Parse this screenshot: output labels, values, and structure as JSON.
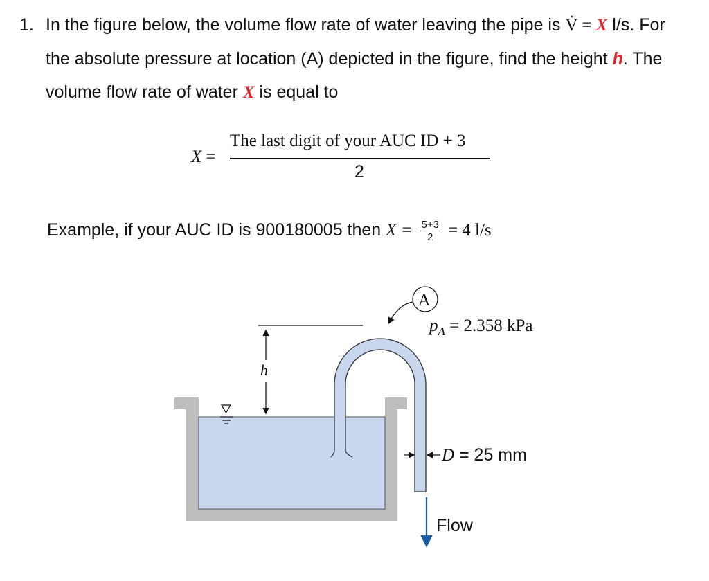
{
  "problem": {
    "number": "1.",
    "text_part1": "In the figure below, the volume flow rate of water leaving the pipe is",
    "flow_symbol": "V̇",
    "equals": " = ",
    "var_x": "X",
    "text_part2": " l/s. For the absolute pressure at location (A) depicted in the figure, find the height ",
    "var_h": "h",
    "text_part3": ". The volume flow rate of water ",
    "text_part4": " is equal to"
  },
  "formula": {
    "lhs": "X",
    "eq": " =",
    "numerator": "The last digit of your AUC ID + 3",
    "denominator": "2"
  },
  "example": {
    "prefix": "Example, if your AUC ID is 900180005 then ",
    "lhs": "X =",
    "frac_num": "5+3",
    "frac_den": "2",
    "result": "= 4 l/s"
  },
  "figure": {
    "point_label": "A",
    "pressure_label": "p",
    "pressure_sub": "A",
    "pressure_value": " = 2.358 kPa",
    "height_label": "h",
    "diameter_label": "D",
    "diameter_value": " = 25 mm",
    "flow_label": "Flow",
    "colors": {
      "water": "#c8d7ee",
      "tank": "#bebebe",
      "arrow": "#1a5ea8"
    }
  }
}
